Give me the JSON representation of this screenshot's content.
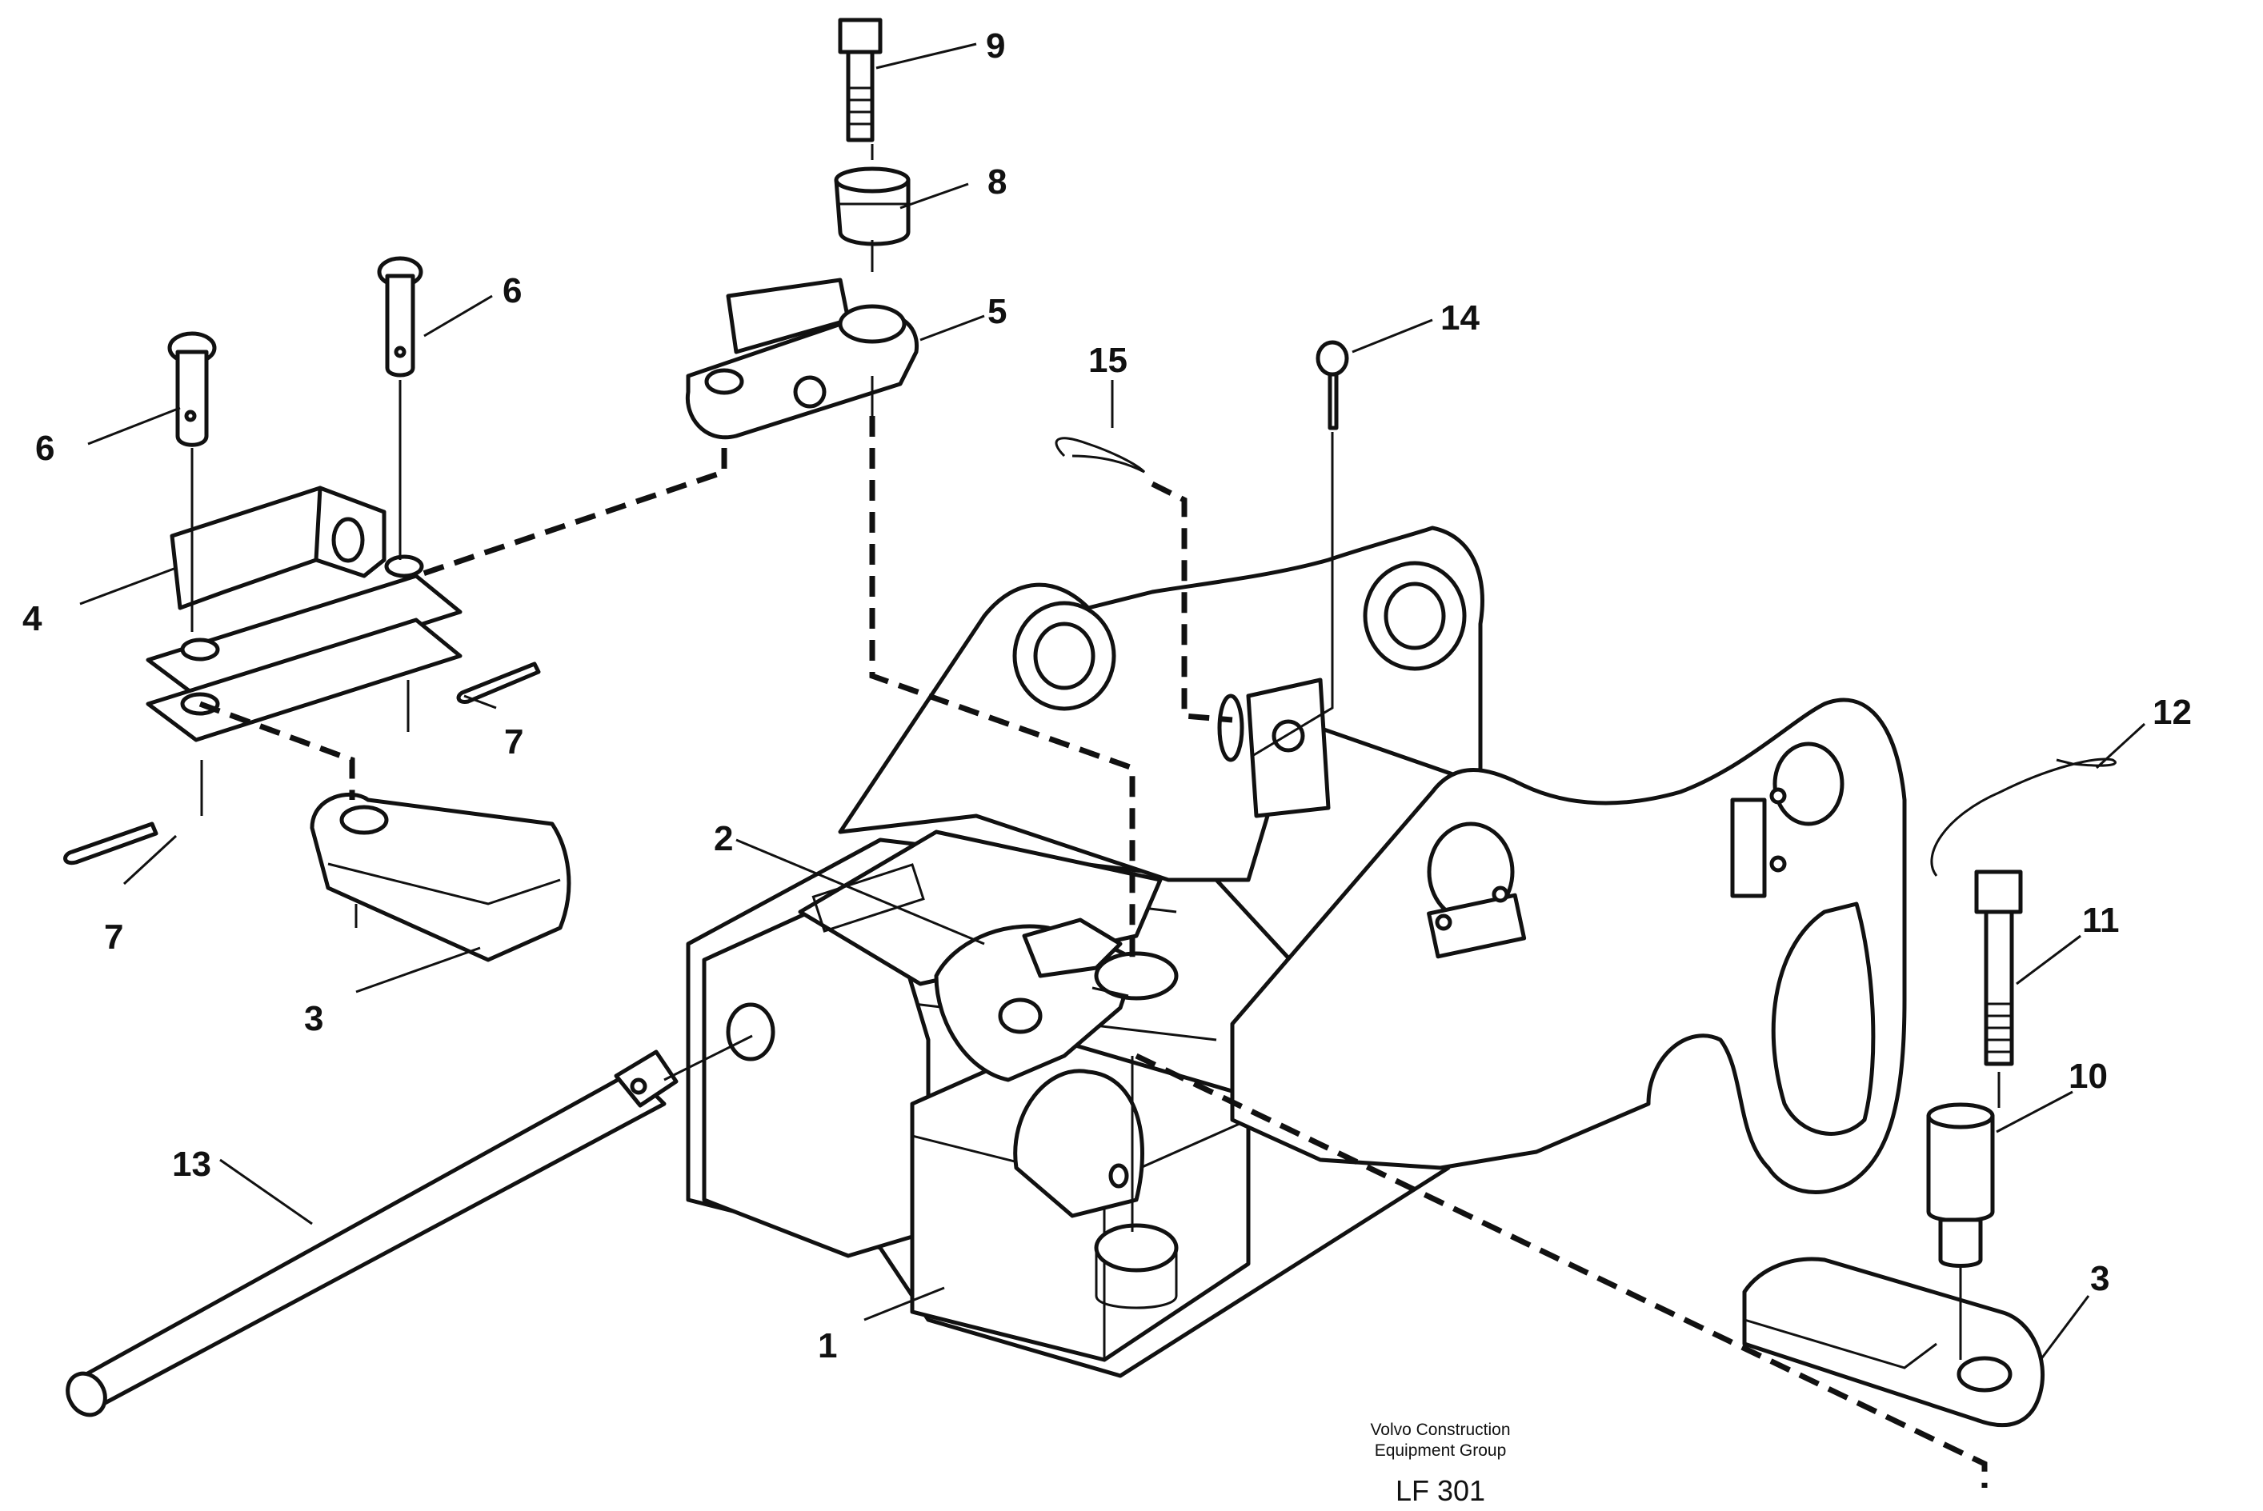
{
  "callouts": {
    "c1": "1",
    "c2": "2",
    "c3a": "3",
    "c3b": "3",
    "c4": "4",
    "c5": "5",
    "c6a": "6",
    "c6b": "6",
    "c7a": "7",
    "c7b": "7",
    "c8": "8",
    "c9": "9",
    "c10": "10",
    "c11": "11",
    "c12": "12",
    "c13": "13",
    "c14": "14",
    "c15": "15"
  },
  "footer": {
    "company_line1": "Volvo Construction",
    "company_line2": "Equipment Group",
    "figure_code": "LF 301"
  }
}
